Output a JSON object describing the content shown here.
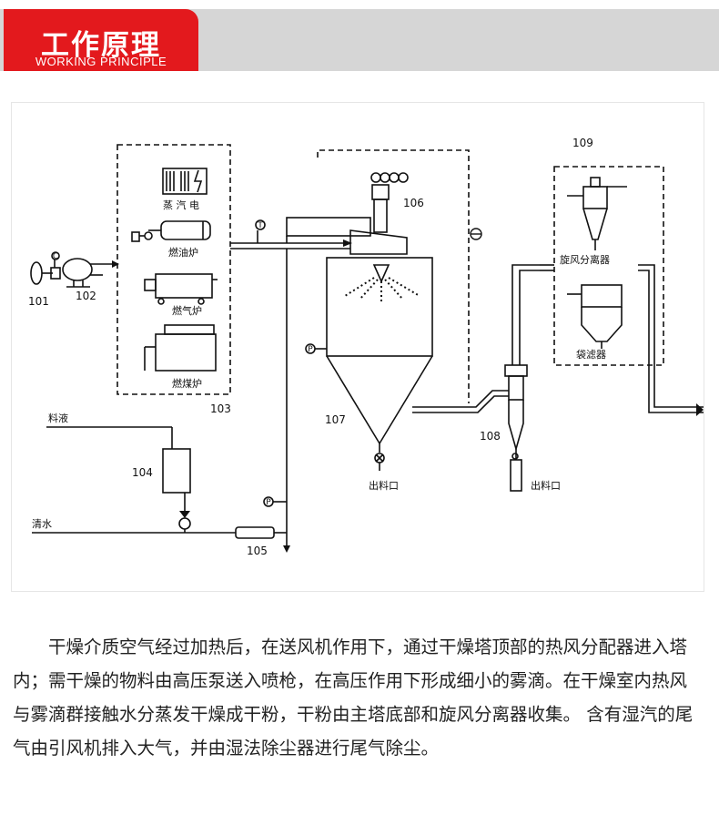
{
  "header": {
    "title": "工作原理",
    "subtitle": "WORKING PRINCIPLE"
  },
  "diagram": {
    "labels": {
      "n101": "101",
      "n102": "102",
      "n103": "103",
      "n104": "104",
      "n105": "105",
      "n106": "106",
      "n107": "107",
      "n108": "108",
      "n109": "109",
      "steam_electric": "蒸 汽  电",
      "oil_furnace": "燃油炉",
      "gas_furnace": "燃气炉",
      "coal_furnace": "燃煤炉",
      "feed_liquid": "料液",
      "clean_water": "清水",
      "outlet_main": "出料口",
      "outlet_cyclone": "出料口",
      "cyclone_separator": "旋风分离器",
      "bag_filter": "袋滤器"
    }
  },
  "description": "干燥介质空气经过加热后，在送风机作用下，通过干燥塔顶部的热风分配器进入塔内；需干燥的物料由高压泵送入喷枪，在高压作用下形成细小的雾滴。在干燥室内热风与雾滴群接触水分蒸发干燥成干粉，干粉由主塔底部和旋风分离器收集。 含有湿汽的尾气由引风机排入大气，并由湿法除尘器进行尾气除尘。"
}
